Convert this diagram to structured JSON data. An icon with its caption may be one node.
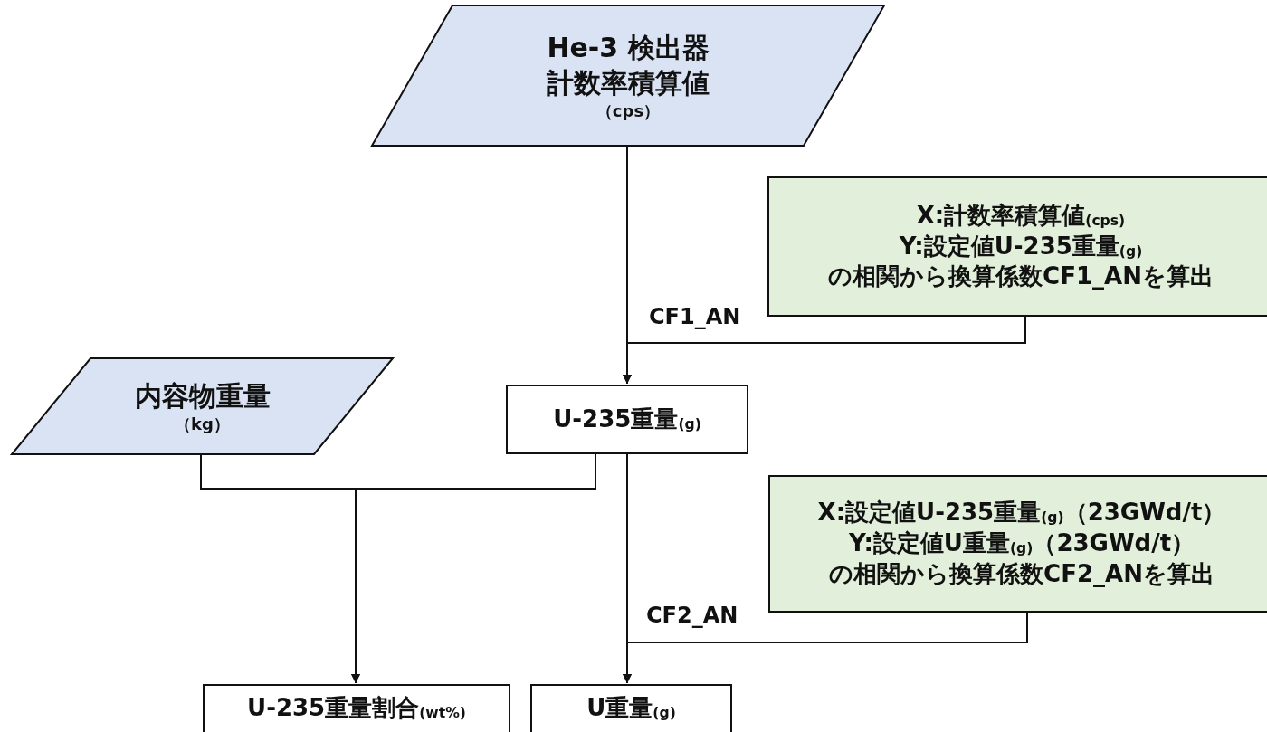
{
  "diagram": {
    "nodes": [
      {
        "text": [
          "He-3 検出器",
          "計数率積算値",
          "（cps）"
        ]
      },
      {
        "text": [
          "X:計数率積算値$_{(cps)}$",
          "Y:設定値U-235重量$_{(g)}$",
          "の相関から換算係数CF1_ANを算出"
        ]
      },
      {
        "text": [
          "内容物重量",
          "（kg）"
        ]
      },
      {
        "text": [
          "U-235重量$_{(g)}$"
        ]
      },
      {
        "text": [
          "X:設定値U-235重量$_{(g)}$（23GWd/t）",
          "Y:設定値U重量$_{(g)}$（23GWd/t）",
          "の相関から換算係数CF2_ANを算出"
        ]
      },
      {
        "text": [
          "U-235重量割合$_{(wt%)}$"
        ]
      },
      {
        "text": [
          "U重量$_{(g)}$"
        ]
      }
    ],
    "edges": [
      {
        "from": 0,
        "to": 3,
        "arrow": "to"
      },
      {
        "from": 1,
        "to": 3,
        "arrow": "to",
        "label": "CF1_AN"
      },
      {
        "from": 2,
        "to": 5,
        "arrow": "to"
      },
      {
        "from": 3,
        "to": 5,
        "arrow": "to"
      },
      {
        "from": 3,
        "to": 6,
        "arrow": "to"
      },
      {
        "from": 4,
        "to": 6,
        "arrow": "to",
        "label": "CF2_AN"
      }
    ]
  }
}
